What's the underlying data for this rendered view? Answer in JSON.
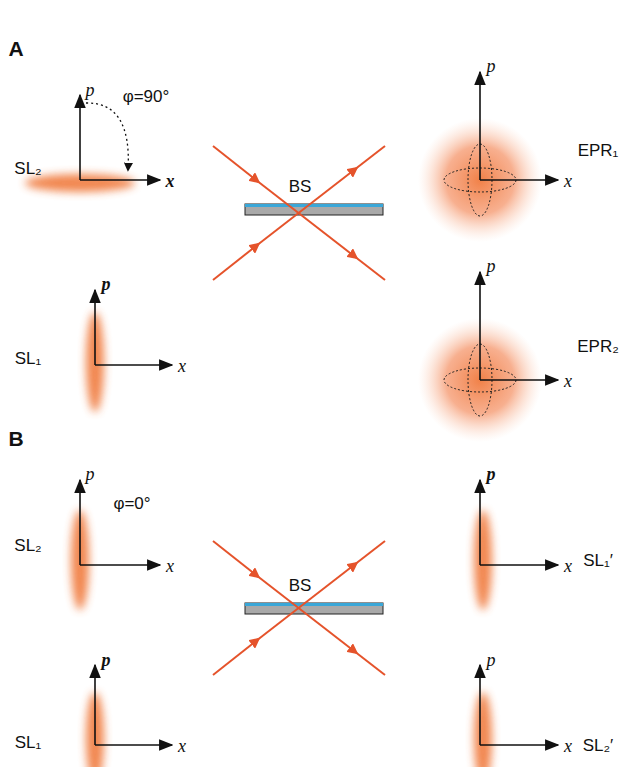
{
  "diagram": {
    "labels": [
      "A",
      "p",
      "φ=90°",
      "SL₂",
      "x",
      "p",
      "SL₁",
      "x",
      "BS",
      "p",
      "EPR₁",
      "x",
      "p",
      "EPR₂",
      "x",
      "B",
      "p",
      "φ=0°",
      "SL₂",
      "x",
      "p",
      "SL₁",
      "x",
      "BS",
      "p",
      "SL₁′",
      "x",
      "p",
      "SL₂′",
      "x"
    ]
  }
}
